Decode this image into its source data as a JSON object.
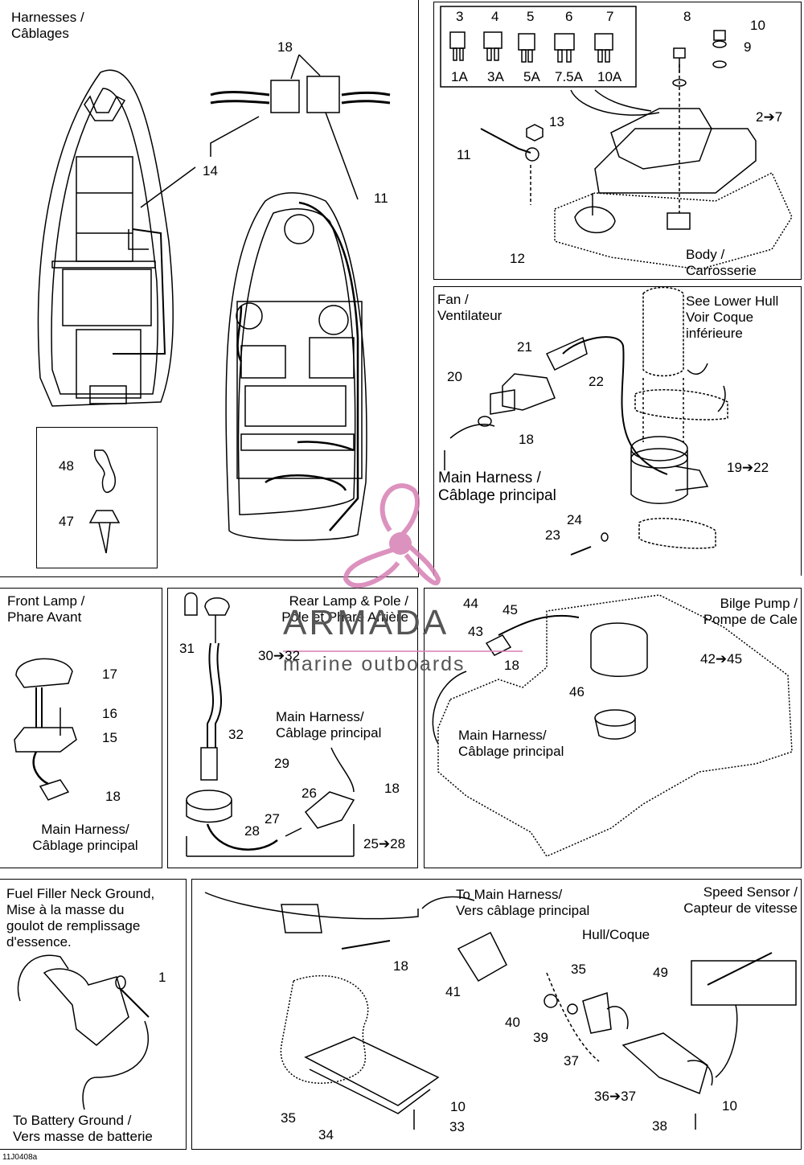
{
  "sections": {
    "harnesses": "Harnesses /\nCâblages",
    "body": "Body /\nCarrosserie",
    "fan": "Fan /\nVentilateur",
    "see_lower_hull": "See Lower Hull\nVoir Coque\ninférieure",
    "main_harness_fan": "Main Harness /\nCâblage principal",
    "front_lamp": "Front Lamp /\nPhare Avant",
    "rear_lamp": "Rear Lamp & Pole /\nPôle et Phare Arrière",
    "bilge_pump": "Bilge Pump /\nPompe de Cale",
    "main_harness_front": "Main Harness/\nCâblage principal",
    "main_harness_rear": "Main Harness/\nCâblage principal",
    "main_harness_bilge": "Main Harness/\nCâblage principal",
    "fuel_filler": "Fuel Filler Neck Ground,\nMise à la masse du\ngoulot de remplissage\nd'essence.",
    "battery_ground": "To Battery Ground /\nVers masse de batterie",
    "to_main_harness": "To Main Harness/\nVers câblage principal",
    "speed_sensor": "Speed Sensor /\nCapteur de vitesse",
    "hull": "Hull/Coque"
  },
  "fuses": {
    "numbers": [
      "3",
      "4",
      "5",
      "6",
      "7"
    ],
    "ratings": [
      "1A",
      "3A",
      "5A",
      "7.5A",
      "10A"
    ]
  },
  "callouts": {
    "c1": "1",
    "c2_7": "2➔7",
    "c8": "8",
    "c9": "9",
    "c10a": "10",
    "c11a": "11",
    "c11b": "11",
    "c12": "12",
    "c13": "13",
    "c14": "14",
    "c15": "15",
    "c16": "16",
    "c17": "17",
    "c18a": "18",
    "c18b": "18",
    "c18c": "18",
    "c18d": "18",
    "c18e": "18",
    "c18f": "18",
    "c19_22": "19➔22",
    "c20": "20",
    "c21": "21",
    "c22": "22",
    "c23": "23",
    "c24": "24",
    "c25_28": "25➔28",
    "c26": "26",
    "c27": "27",
    "c28": "28",
    "c29": "29",
    "c30_32": "30➔32",
    "c31": "31",
    "c32": "32",
    "c33": "33",
    "c34": "34",
    "c35a": "35",
    "c35b": "35",
    "c36_37": "36➔37",
    "c37": "37",
    "c38": "38",
    "c39": "39",
    "c40": "40",
    "c41": "41",
    "c42_45": "42➔45",
    "c43": "43",
    "c44": "44",
    "c45": "45",
    "c46": "46",
    "c47": "47",
    "c48": "48",
    "c49": "49",
    "c10b": "10",
    "c10c": "10"
  },
  "watermark": {
    "title": "ARMADA",
    "subtitle": "marine outboards",
    "color": "#d77fb3"
  },
  "figure_code": "11J0408a"
}
